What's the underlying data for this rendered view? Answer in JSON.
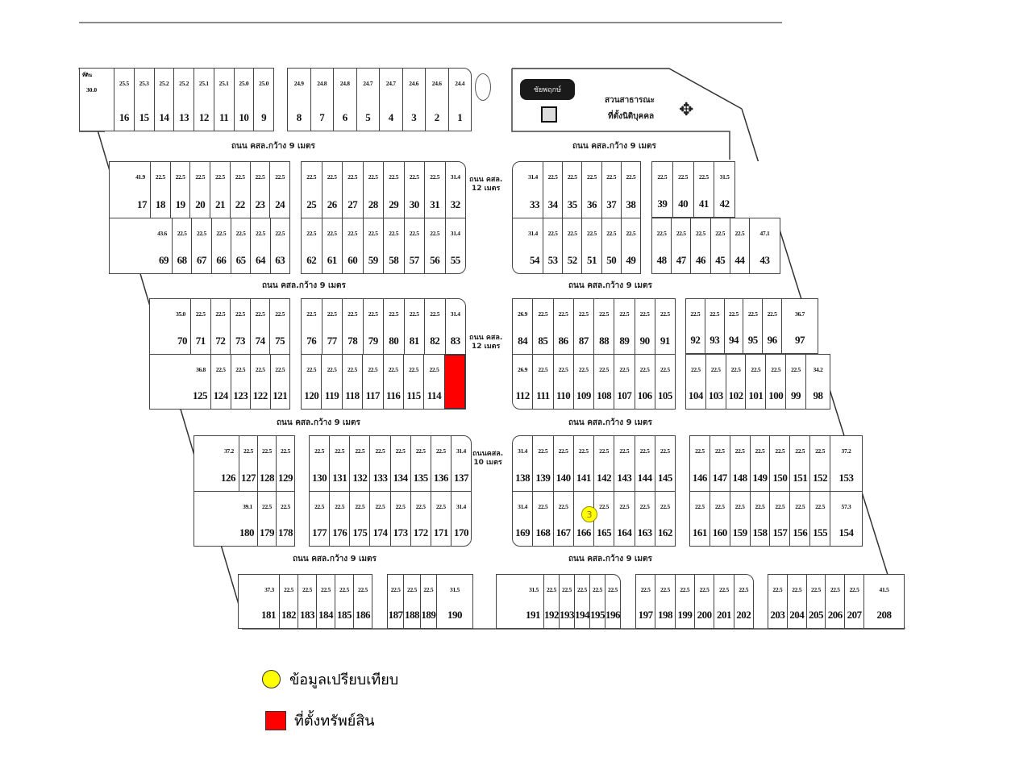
{
  "roads": {
    "main": "ถนน คสล.กว้าง 9 เมตร",
    "r12_line1": "ถนน คสล.",
    "r12_line2": "12 เมตร",
    "r10_line1": "ถนนคสล.",
    "r10_line2": "10 เมตร"
  },
  "park": {
    "title": "สวนสาธารณะ",
    "subtitle": "ที่ตั้งนิติบุคคล",
    "logo_text": "ชัยพฤกษ์"
  },
  "corner_plot": {
    "label": "ที่ดิน",
    "area": "30.0"
  },
  "marker": {
    "label": "3",
    "plot": "166",
    "color": "#ffff00"
  },
  "subject_color": "#ff0000",
  "legend": [
    {
      "label": "ข้อมูลเปรียบเทียบ",
      "symbol": "yellow-circle"
    },
    {
      "label": "ที่ตั้งทรัพย์สิน",
      "symbol": "red-square"
    }
  ],
  "blocks": [
    {
      "id": "A1",
      "top": [
        [
          "16",
          "25.5"
        ],
        [
          "15",
          "25.3"
        ],
        [
          "14",
          "25.2"
        ],
        [
          "13",
          "25.2"
        ],
        [
          "12",
          "25.1"
        ],
        [
          "11",
          "25.1"
        ],
        [
          "10",
          "25.0"
        ],
        [
          "9",
          "25.0"
        ]
      ]
    },
    {
      "id": "A2",
      "top": [
        [
          "8",
          "24.9"
        ],
        [
          "7",
          "24.8"
        ],
        [
          "6",
          "24.8"
        ],
        [
          "5",
          "24.7"
        ],
        [
          "4",
          "24.7"
        ],
        [
          "3",
          "24.6"
        ],
        [
          "2",
          "24.6"
        ],
        [
          "1",
          "24.4"
        ]
      ]
    },
    {
      "id": "B1",
      "top": [
        [
          "17",
          "41.9"
        ],
        [
          "18",
          "22.5"
        ],
        [
          "19",
          "22.5"
        ],
        [
          "20",
          "22.5"
        ],
        [
          "21",
          "22.5"
        ],
        [
          "22",
          "22.5"
        ],
        [
          "23",
          "22.5"
        ],
        [
          "24",
          "22.5"
        ]
      ],
      "bottom": [
        [
          "69",
          "43.6"
        ],
        [
          "68",
          "22.5"
        ],
        [
          "67",
          "22.5"
        ],
        [
          "66",
          "22.5"
        ],
        [
          "65",
          "22.5"
        ],
        [
          "64",
          "22.5"
        ],
        [
          "63",
          "22.5"
        ]
      ]
    },
    {
      "id": "B2",
      "top": [
        [
          "25",
          "22.5"
        ],
        [
          "26",
          "22.5"
        ],
        [
          "27",
          "22.5"
        ],
        [
          "28",
          "22.5"
        ],
        [
          "29",
          "22.5"
        ],
        [
          "30",
          "22.5"
        ],
        [
          "31",
          "22.5"
        ],
        [
          "32",
          "31.4"
        ]
      ],
      "bottom": [
        [
          "62",
          "22.5"
        ],
        [
          "61",
          "22.5"
        ],
        [
          "60",
          "22.5"
        ],
        [
          "59",
          "22.5"
        ],
        [
          "58",
          "22.5"
        ],
        [
          "57",
          "22.5"
        ],
        [
          "56",
          "22.5"
        ],
        [
          "55",
          "31.4"
        ]
      ]
    },
    {
      "id": "B3",
      "top": [
        [
          "33",
          "31.4"
        ],
        [
          "34",
          "22.5"
        ],
        [
          "35",
          "22.5"
        ],
        [
          "36",
          "22.5"
        ],
        [
          "37",
          "22.5"
        ],
        [
          "38",
          "22.5"
        ]
      ],
      "bottom": [
        [
          "54",
          "31.4"
        ],
        [
          "53",
          "22.5"
        ],
        [
          "52",
          "22.5"
        ],
        [
          "51",
          "22.5"
        ],
        [
          "50",
          "22.5"
        ],
        [
          "49",
          "22.5"
        ]
      ]
    },
    {
      "id": "B4",
      "top": [
        [
          "39",
          "22.5"
        ],
        [
          "40",
          "22.5"
        ],
        [
          "41",
          "22.5"
        ],
        [
          "42",
          "31.5"
        ]
      ],
      "bottom": [
        [
          "48",
          "22.5"
        ],
        [
          "47",
          "22.5"
        ],
        [
          "46",
          "22.5"
        ],
        [
          "45",
          "22.5"
        ],
        [
          "44",
          "22.5"
        ],
        [
          "43",
          "47.1"
        ]
      ]
    },
    {
      "id": "C1",
      "top": [
        [
          "70",
          "35.0"
        ],
        [
          "71",
          "22.5"
        ],
        [
          "72",
          "22.5"
        ],
        [
          "73",
          "22.5"
        ],
        [
          "74",
          "22.5"
        ],
        [
          "75",
          "22.5"
        ]
      ],
      "bottom": [
        [
          "125",
          "36.8"
        ],
        [
          "124",
          "22.5"
        ],
        [
          "123",
          "22.5"
        ],
        [
          "122",
          "22.5"
        ],
        [
          "121",
          "22.5"
        ]
      ]
    },
    {
      "id": "C2",
      "top": [
        [
          "76",
          "22.5"
        ],
        [
          "77",
          "22.5"
        ],
        [
          "78",
          "22.5"
        ],
        [
          "79",
          "22.5"
        ],
        [
          "80",
          "22.5"
        ],
        [
          "81",
          "22.5"
        ],
        [
          "82",
          "22.5"
        ],
        [
          "83",
          "31.4"
        ]
      ],
      "bottom": [
        [
          "120",
          "22.5"
        ],
        [
          "119",
          "22.5"
        ],
        [
          "118",
          "22.5"
        ],
        [
          "117",
          "22.5"
        ],
        [
          "116",
          "22.5"
        ],
        [
          "115",
          "22.5"
        ],
        [
          "114",
          "22.5"
        ],
        [
          "",
          ""
        ]
      ]
    },
    {
      "id": "C3",
      "top": [
        [
          "84",
          "26.9"
        ],
        [
          "85",
          "22.5"
        ],
        [
          "86",
          "22.5"
        ],
        [
          "87",
          "22.5"
        ],
        [
          "88",
          "22.5"
        ],
        [
          "89",
          "22.5"
        ],
        [
          "90",
          "22.5"
        ],
        [
          "91",
          "22.5"
        ]
      ],
      "bottom": [
        [
          "112",
          "26.9"
        ],
        [
          "111",
          "22.5"
        ],
        [
          "110",
          "22.5"
        ],
        [
          "109",
          "22.5"
        ],
        [
          "108",
          "22.5"
        ],
        [
          "107",
          "22.5"
        ],
        [
          "106",
          "22.5"
        ],
        [
          "105",
          "22.5"
        ]
      ]
    },
    {
      "id": "C4",
      "top": [
        [
          "92",
          "22.5"
        ],
        [
          "93",
          "22.5"
        ],
        [
          "94",
          "22.5"
        ],
        [
          "95",
          "22.5"
        ],
        [
          "96",
          "22.5"
        ],
        [
          "97",
          "36.7"
        ]
      ],
      "bottom": [
        [
          "104",
          "22.5"
        ],
        [
          "103",
          "22.5"
        ],
        [
          "102",
          "22.5"
        ],
        [
          "101",
          "22.5"
        ],
        [
          "100",
          "22.5"
        ],
        [
          "99",
          "22.5"
        ],
        [
          "98",
          "34.2"
        ]
      ]
    },
    {
      "id": "D1",
      "top": [
        [
          "126",
          "37.2"
        ],
        [
          "127",
          "22.5"
        ],
        [
          "128",
          "22.5"
        ],
        [
          "129",
          "22.5"
        ]
      ],
      "bottom": [
        [
          "180",
          "39.1"
        ],
        [
          "179",
          "22.5"
        ],
        [
          "178",
          "22.5"
        ]
      ]
    },
    {
      "id": "D2",
      "top": [
        [
          "130",
          "22.5"
        ],
        [
          "131",
          "22.5"
        ],
        [
          "132",
          "22.5"
        ],
        [
          "133",
          "22.5"
        ],
        [
          "134",
          "22.5"
        ],
        [
          "135",
          "22.5"
        ],
        [
          "136",
          "22.5"
        ],
        [
          "137",
          "31.4"
        ]
      ],
      "bottom": [
        [
          "177",
          "22.5"
        ],
        [
          "176",
          "22.5"
        ],
        [
          "175",
          "22.5"
        ],
        [
          "174",
          "22.5"
        ],
        [
          "173",
          "22.5"
        ],
        [
          "172",
          "22.5"
        ],
        [
          "171",
          "22.5"
        ],
        [
          "170",
          "31.4"
        ]
      ]
    },
    {
      "id": "D3",
      "top": [
        [
          "138",
          "31.4"
        ],
        [
          "139",
          "22.5"
        ],
        [
          "140",
          "22.5"
        ],
        [
          "141",
          "22.5"
        ],
        [
          "142",
          "22.5"
        ],
        [
          "143",
          "22.5"
        ],
        [
          "144",
          "22.5"
        ],
        [
          "145",
          "22.5"
        ]
      ],
      "bottom": [
        [
          "169",
          "31.4"
        ],
        [
          "168",
          "22.5"
        ],
        [
          "167",
          "22.5"
        ],
        [
          "166",
          ""
        ],
        [
          "165",
          "22.5"
        ],
        [
          "164",
          "22.5"
        ],
        [
          "163",
          "22.5"
        ],
        [
          "162",
          "22.5"
        ]
      ]
    },
    {
      "id": "D4",
      "top": [
        [
          "146",
          "22.5"
        ],
        [
          "147",
          "22.5"
        ],
        [
          "148",
          "22.5"
        ],
        [
          "149",
          "22.5"
        ],
        [
          "150",
          "22.5"
        ],
        [
          "151",
          "22.5"
        ],
        [
          "152",
          "22.5"
        ],
        [
          "153",
          "37.2"
        ]
      ],
      "bottom": [
        [
          "161",
          "22.5"
        ],
        [
          "160",
          "22.5"
        ],
        [
          "159",
          "22.5"
        ],
        [
          "158",
          "22.5"
        ],
        [
          "157",
          "22.5"
        ],
        [
          "156",
          "22.5"
        ],
        [
          "155",
          "22.5"
        ],
        [
          "154",
          "57.3"
        ]
      ]
    },
    {
      "id": "E1",
      "top": [
        [
          "181",
          "37.3"
        ],
        [
          "182",
          "22.5"
        ],
        [
          "183",
          "22.5"
        ],
        [
          "184",
          "22.5"
        ],
        [
          "185",
          "22.5"
        ],
        [
          "186",
          "22.5"
        ]
      ]
    },
    {
      "id": "E2",
      "top": [
        [
          "187",
          "22.5"
        ],
        [
          "188",
          "22.5"
        ],
        [
          "189",
          "22.5"
        ],
        [
          "190",
          "31.5"
        ]
      ]
    },
    {
      "id": "E3",
      "top": [
        [
          "191",
          "31.5"
        ],
        [
          "192",
          "22.5"
        ],
        [
          "193",
          "22.5"
        ],
        [
          "194",
          "22.5"
        ],
        [
          "195",
          "22.5"
        ],
        [
          "196",
          "22.5"
        ]
      ]
    },
    {
      "id": "E4",
      "top": [
        [
          "197",
          "22.5"
        ],
        [
          "198",
          "22.5"
        ],
        [
          "199",
          "22.5"
        ],
        [
          "200",
          "22.5"
        ],
        [
          "201",
          "22.5"
        ],
        [
          "202",
          "22.5"
        ]
      ]
    },
    {
      "id": "E5",
      "top": [
        [
          "203",
          "22.5"
        ],
        [
          "204",
          "22.5"
        ],
        [
          "205",
          "22.5"
        ],
        [
          "206",
          "22.5"
        ],
        [
          "207",
          "22.5"
        ],
        [
          "208",
          "41.5"
        ]
      ]
    }
  ]
}
